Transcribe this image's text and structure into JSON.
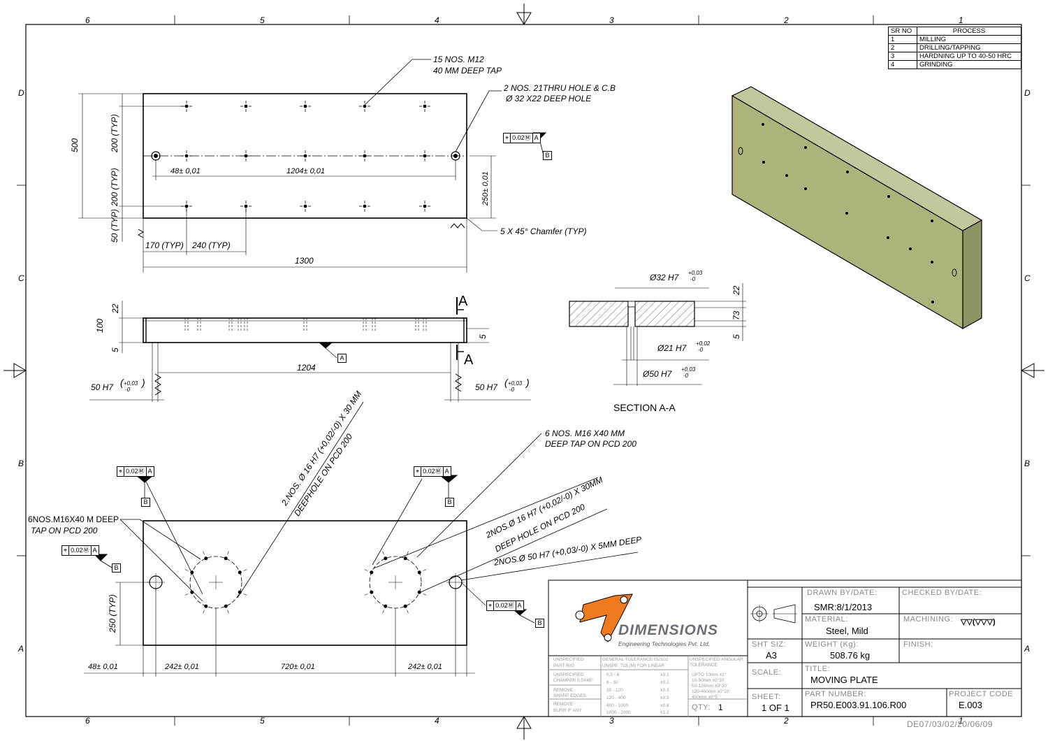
{
  "zones": {
    "top": [
      "6",
      "5",
      "4",
      "3",
      "2",
      "1"
    ],
    "side": [
      "D",
      "C",
      "B",
      "A"
    ]
  },
  "process_table": {
    "headers": [
      "SR NO",
      "PROCESS"
    ],
    "rows": [
      [
        "1",
        "MILLING"
      ],
      [
        "2",
        "DRILLING/TAPPING"
      ],
      [
        "3",
        "HARDNING UP TO 40-50 HRC"
      ],
      [
        "4",
        "GRINDING"
      ]
    ]
  },
  "top_view": {
    "note_tap_1": "15 NOS. M12",
    "note_tap_2": "40 MM DEEP TAP",
    "note_hole_1": "2 NOS. 21THRU HOLE & C.B",
    "note_hole_2": "Ø 32 X22 DEEP HOLE",
    "dim_500": "500",
    "dim_200a": "200 (TYP)",
    "dim_200b": "200 (TYP)",
    "dim_50": "50 (TYP)",
    "dim_48": "48± 0,01",
    "dim_1204": "1204± 0,01",
    "dim_250": "250± 0,01",
    "dim_170": "170 (TYP)",
    "dim_240": "240 (TYP)",
    "dim_1300": "1300",
    "chamfer": "5 X 45° Chamfer (TYP)"
  },
  "front_view": {
    "dim_22": "22",
    "dim_100": "100",
    "dim_5": "5",
    "dim_5r": "5",
    "dim_1204": "1204",
    "h7_left": "50 H7",
    "h7_right": "50 H7",
    "tol_up": "+0,03",
    "tol_dn": "-0",
    "section_a": "A"
  },
  "section": {
    "d32": "Ø32 H7",
    "d32_up": "+0,03",
    "d32_dn": "-0",
    "d21": "Ø21 H7",
    "d21_up": "+0,02",
    "d21_dn": "-0",
    "d50": "Ø50 H7",
    "d50_up": "+0,03",
    "d50_dn": "-0",
    "dim_22": "22",
    "dim_73": "73",
    "dim_5": "5",
    "title": "SECTION A-A"
  },
  "bottom_view": {
    "note_left_1": "6NOS.M16X40 M DEEP",
    "note_left_2": "TAP ON PCD 200",
    "note_diag_1": "2.NOS. Ø 16 H7 (+0,02/-0) X 30 MM",
    "note_diag_2": "DEEPHOLE ON PCD 200",
    "note_right_1": "6 NOS. M16 X40 MM",
    "note_right_2": "DEEP TAP ON PCD 200",
    "note_r2_1": "2NOS.Ø 16 H7 (+0,02/-0) X 30MM",
    "note_r2_2": "DEEP HOLE ON PCD 200",
    "note_r3": "2NOS.Ø 50 H7 (+0,03/-0) X 5MM DEEP",
    "dim_250": "250 (TYP)",
    "dim_48": "48± 0,01",
    "dim_242a": "242± 0,01",
    "dim_720": "720± 0,01",
    "dim_242b": "242± 0,01"
  },
  "fcf": {
    "sym": "⌖",
    "tol": "0.02Ⓜ",
    "ref": "A",
    "datum_b": "B",
    "datum_a": "A"
  },
  "title_block": {
    "company": "DIMENSIONS",
    "company_sub": "Engineering Technologies Pvt. Ltd.",
    "drawn_label": "DRAWN BY/DATE:",
    "drawn_value": "SMR:8/1/2013",
    "checked_label": "CHECKED BY/DATE:",
    "material_label": "MATERIAL:",
    "material_value": "Steel, Mild",
    "machining_label": "MACHINING:",
    "machining_value": "▽▽(▽▽▽)",
    "sht_size_label": "SHT SIZ:",
    "sht_size_value": "A3",
    "weight_label": "WEIGHT (Kg):",
    "weight_value": "508.76 kg",
    "finish_label": "FINISH:",
    "scale_label": "SCALE:",
    "title_label": "TITLE:",
    "title_value": "MOVING PLATE",
    "sheet_label": "SHEET:",
    "sheet_value": "1 OF 1",
    "qty_label": "QTY:",
    "qty_value": "1",
    "part_label": "PART NUMBER:",
    "part_value": "PR50.E003.91.106.R00",
    "project_label": "PROJECT CODE",
    "project_value": "E.003",
    "doc_code": "DE07/03/02/20/06/09"
  },
  "tolerance_table": {
    "unspec_1": "UNSPECIFIED",
    "unspec_1b": "PART R/O",
    "unspec_2": "UNSPECIFIED",
    "unspec_2b": "CHAMFER 0.5X45°",
    "remove_1": "REMOVE",
    "remove_1b": "SHARP EDGES",
    "remove_2": "REMOVE",
    "remove_2b": "BURR IF ANY",
    "gen_tol": "GENERAL TOLERANCE IS2102",
    "unspec_lin": "UNSPE. TOL(M) FOR LINEAR",
    "unspec_ang": "UNSPECIFIED ANGULAR TOLERANCE",
    "rows": [
      [
        "0.5 - 6",
        "±0.1"
      ],
      [
        "6 - 30",
        "±0.2"
      ],
      [
        "30 - 120",
        "±0.3"
      ],
      [
        "120 - 400",
        "±0.5"
      ],
      [
        "400 - 1000",
        "±0.8"
      ],
      [
        "1000 - 2000",
        "±1.2"
      ]
    ],
    "ang_rows": [
      "UPTO 10mm ±1°",
      "10-50mm ±0°30'",
      "50-120mm ±0°20'",
      "120-400mm ±0°10'",
      "400mm ±0°5'"
    ]
  }
}
